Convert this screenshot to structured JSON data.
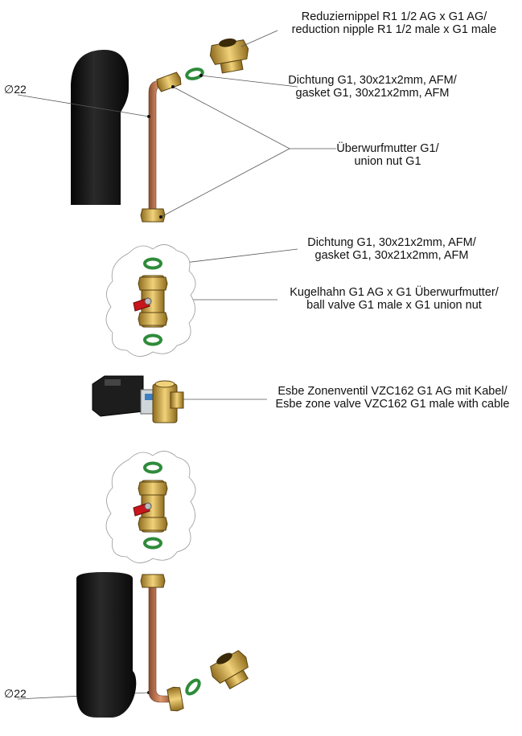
{
  "labels": {
    "reduction_nipple": {
      "de": "Reduziernippel R1 1/2 AG x G1 AG/",
      "en": "reduction nipple R1 1/2 male x G1 male"
    },
    "gasket_top": {
      "de": "Dichtung G1, 30x21x2mm, AFM/",
      "en": "gasket G1, 30x21x2mm, AFM"
    },
    "union_nut": {
      "de": "Überwurfmutter G1/",
      "en": "union nut G1"
    },
    "gasket_mid": {
      "de": "Dichtung G1, 30x21x2mm, AFM/",
      "en": "gasket G1, 30x21x2mm, AFM"
    },
    "ball_valve": {
      "de": "Kugelhahn G1 AG x G1 Überwurfmutter/",
      "en": "ball valve G1 male x G1 union nut"
    },
    "zone_valve": {
      "de": "Esbe Zonenventil VZC162 G1 AG mit Kabel/",
      "en": "Esbe zone valve VZC162 G1 male with cable"
    }
  },
  "diameter_top": "22",
  "diameter_bottom": "22",
  "diameter_symbol": "∅",
  "colors": {
    "insulation": "#111111",
    "copper": "#c8734a",
    "brass": "#d4a93a",
    "gasket": "#2e8b3a",
    "handle": "#c8161d"
  }
}
